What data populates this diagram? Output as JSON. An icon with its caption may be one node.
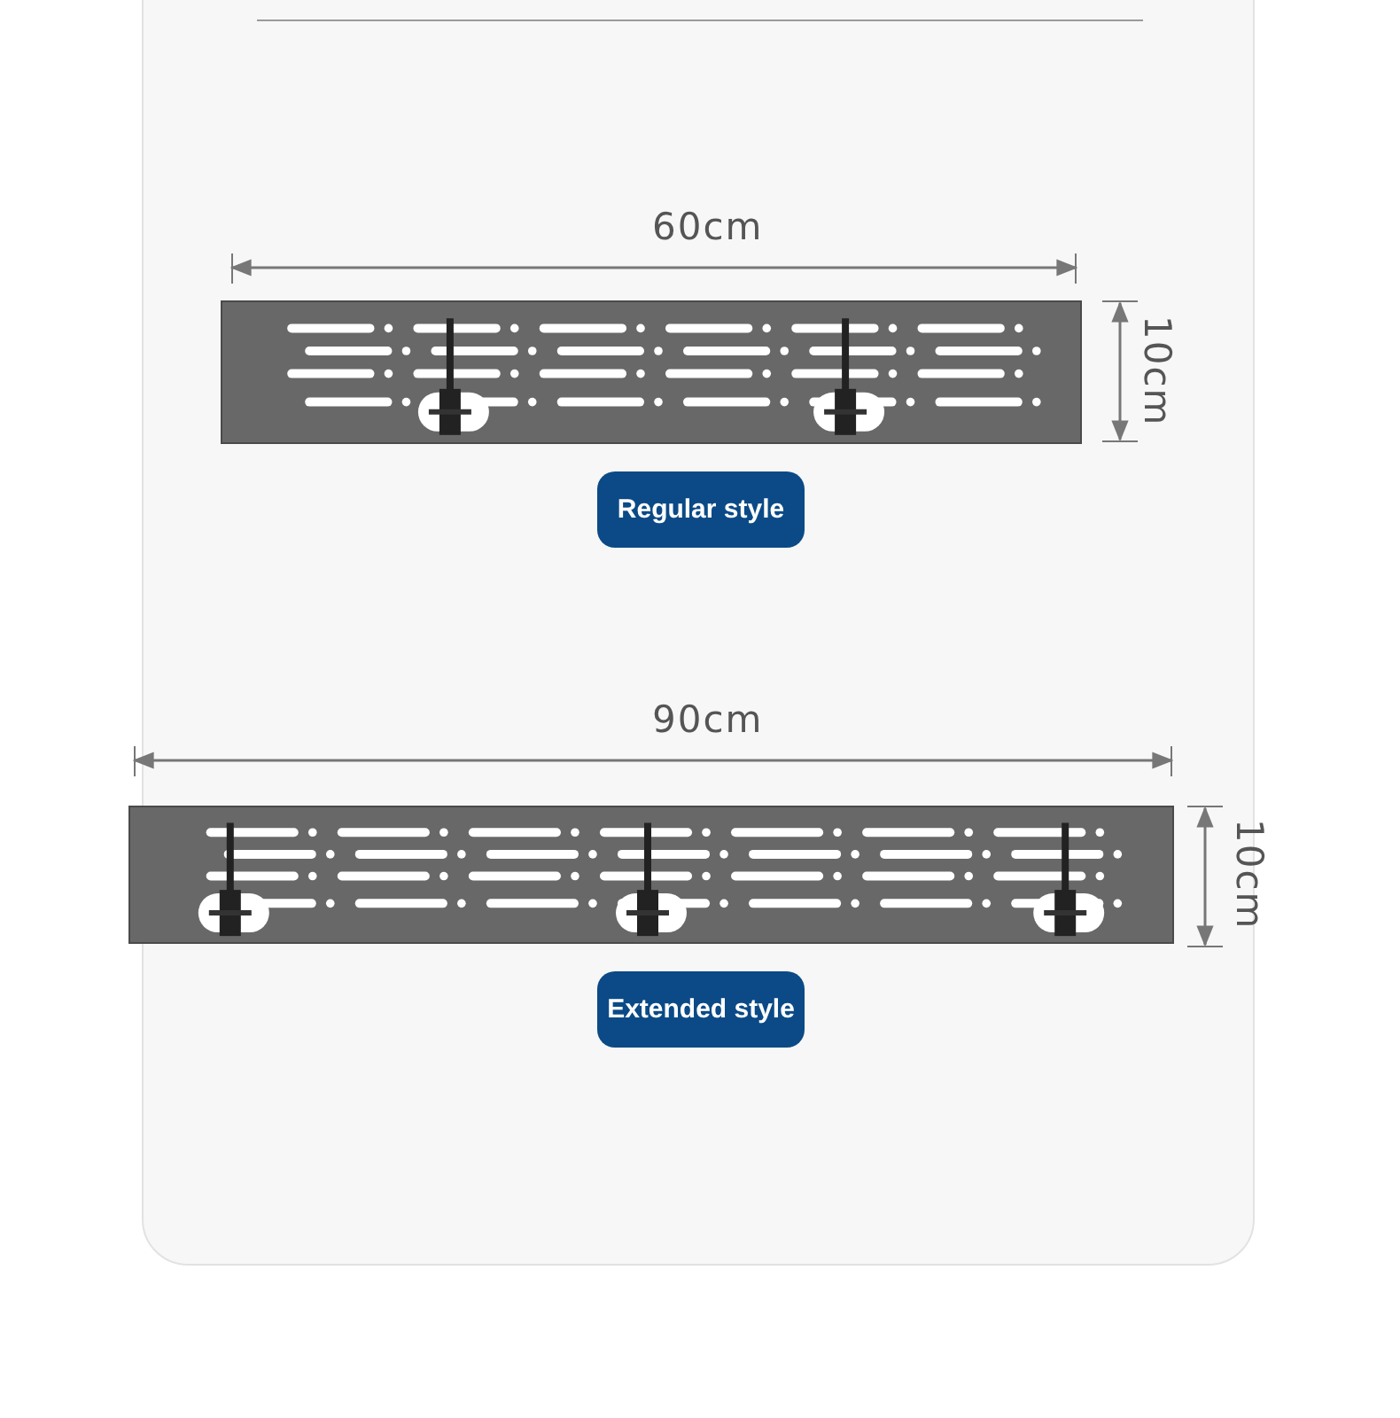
{
  "diagram": {
    "nodes": [
      {
        "text": [
          "Regular style"
        ]
      },
      {
        "text": [
          "Extended style"
        ]
      }
    ],
    "labels": [
      "60cm",
      "10cm",
      "90cm",
      "10cm"
    ]
  }
}
